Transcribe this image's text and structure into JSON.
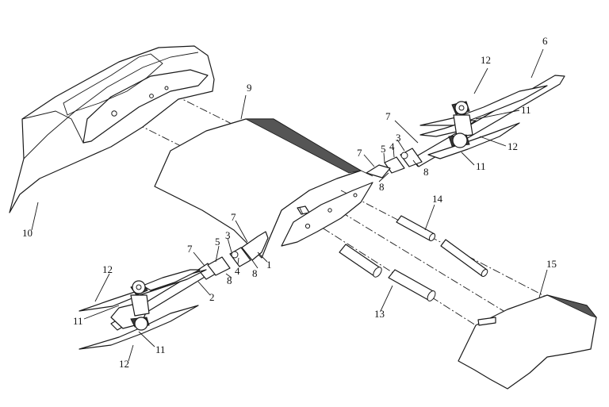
{
  "figure": {
    "callouts": [
      {
        "id": "label-1",
        "text": "1"
      },
      {
        "id": "label-2",
        "text": "2"
      },
      {
        "id": "label-3-left",
        "text": "3"
      },
      {
        "id": "label-3-right",
        "text": "3"
      },
      {
        "id": "label-4-left",
        "text": "4"
      },
      {
        "id": "label-4-right",
        "text": "4"
      },
      {
        "id": "label-5-left",
        "text": "5"
      },
      {
        "id": "label-5-right",
        "text": "5"
      },
      {
        "id": "label-6",
        "text": "6"
      },
      {
        "id": "label-7-left-a",
        "text": "7"
      },
      {
        "id": "label-7-left-b",
        "text": "7"
      },
      {
        "id": "label-7-right-a",
        "text": "7"
      },
      {
        "id": "label-7-right-b",
        "text": "7"
      },
      {
        "id": "label-8-left-a",
        "text": "8"
      },
      {
        "id": "label-8-left-b",
        "text": "8"
      },
      {
        "id": "label-8-right-a",
        "text": "8"
      },
      {
        "id": "label-8-right-b",
        "text": "8"
      },
      {
        "id": "label-9",
        "text": "9"
      },
      {
        "id": "label-10",
        "text": "10"
      },
      {
        "id": "label-11-left-a",
        "text": "11"
      },
      {
        "id": "label-11-left-b",
        "text": "11"
      },
      {
        "id": "label-11-right-a",
        "text": "11"
      },
      {
        "id": "label-11-right-b",
        "text": "11"
      },
      {
        "id": "label-12-left-a",
        "text": "12"
      },
      {
        "id": "label-12-left-b",
        "text": "12"
      },
      {
        "id": "label-12-right-a",
        "text": "12"
      },
      {
        "id": "label-12-right-b",
        "text": "12"
      },
      {
        "id": "label-13",
        "text": "13"
      },
      {
        "id": "label-14",
        "text": "14"
      },
      {
        "id": "label-15",
        "text": "15"
      }
    ]
  }
}
